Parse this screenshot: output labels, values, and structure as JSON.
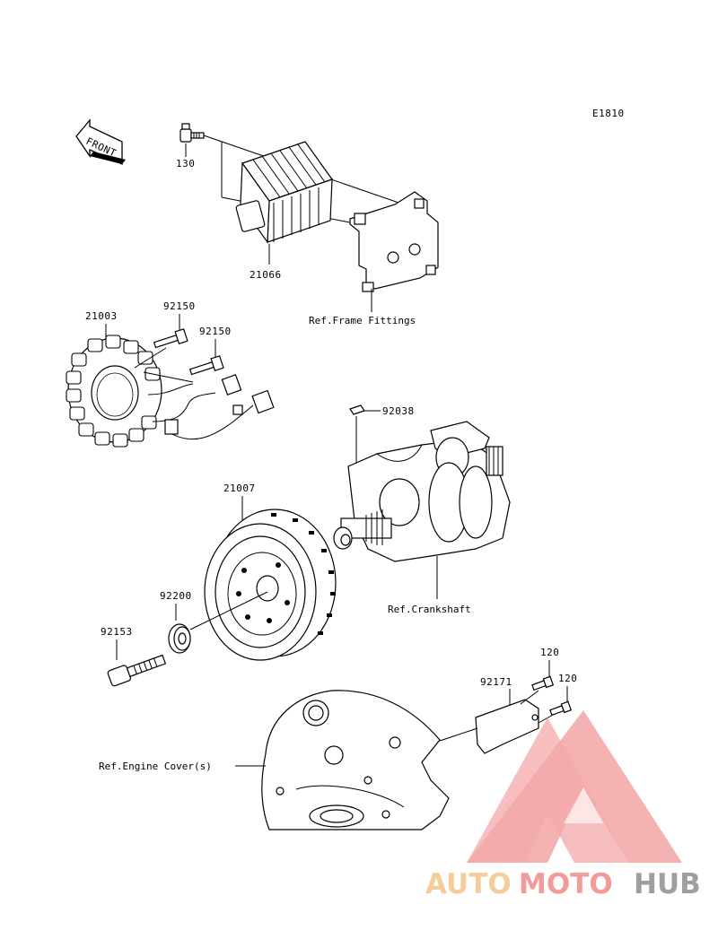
{
  "diagram_code": "E1810",
  "front_label": "FRONT",
  "parts": {
    "bolt_130": "130",
    "regulator": "21066",
    "stator": "21003",
    "stator_bolt_a": "92150",
    "stator_bolt_b": "92150",
    "key": "92038",
    "rotor": "21007",
    "washer": "92200",
    "rotor_bolt": "92153",
    "bracket": "92171",
    "bracket_bolt_a": "120",
    "bracket_bolt_b": "120"
  },
  "references": {
    "frame": "Ref.Frame Fittings",
    "crankshaft": "Ref.Crankshaft",
    "engine_cover": "Ref.Engine Cover(s)"
  },
  "watermark": {
    "auto": "AUTO",
    "moto": "MOTO",
    "hub": "HUB",
    "auto_color": "#f3c58a",
    "moto_color": "#f08a8a",
    "hub_color": "#8f8f8f",
    "triangle_color": "#f29a9a"
  }
}
